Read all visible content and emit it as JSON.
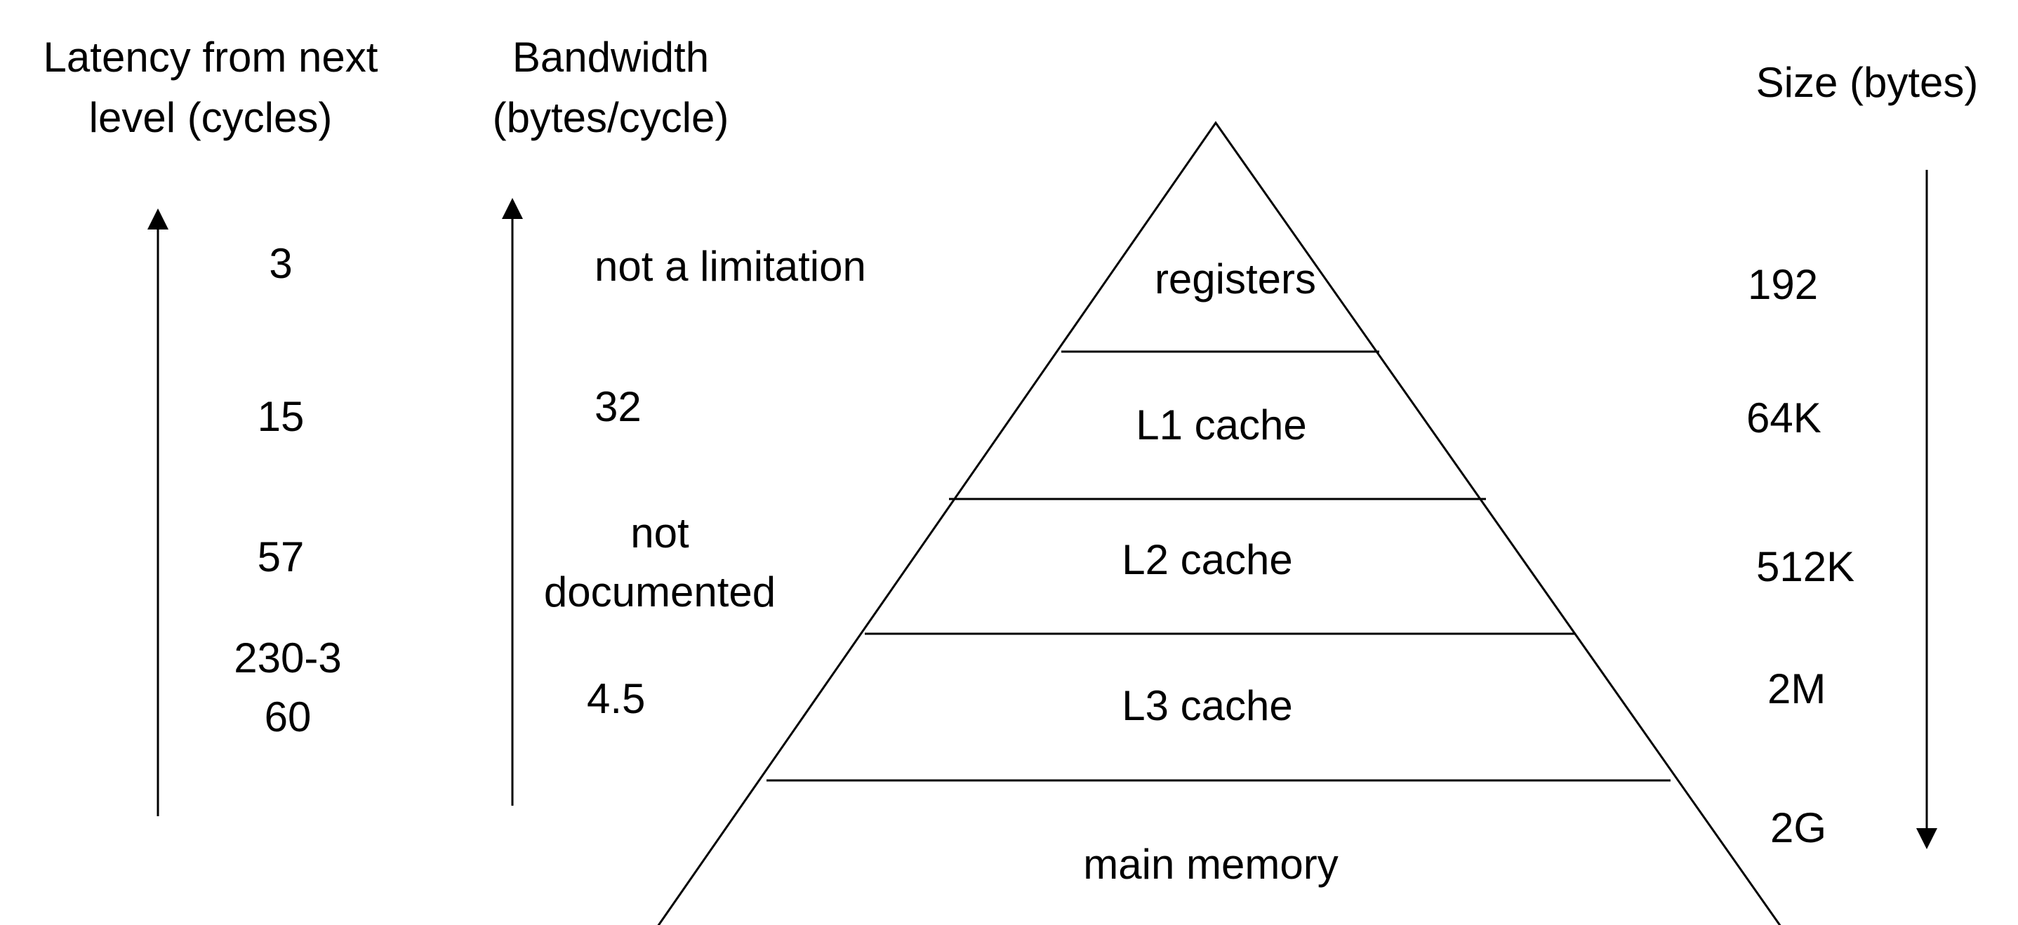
{
  "headers": {
    "latency_line1": "Latency from next",
    "latency_line2": "level (cycles)",
    "bandwidth_line1": "Bandwidth",
    "bandwidth_line2": "(bytes/cycle)",
    "size": "Size (bytes)"
  },
  "levels": [
    {
      "name": "registers",
      "latency": "3",
      "bandwidth": "not a limitation",
      "size": "192"
    },
    {
      "name": "L1 cache",
      "latency": "15",
      "bandwidth": "32",
      "size": "64K"
    },
    {
      "name": "L2 cache",
      "latency": "57",
      "bandwidth_line1": "not",
      "bandwidth_line2": "documented",
      "size": "512K"
    },
    {
      "name": "L3 cache",
      "latency_line1": "230-3",
      "latency_line2": "60",
      "bandwidth": "4.5",
      "size": "2M"
    },
    {
      "name": "main memory",
      "size": "2G"
    }
  ],
  "colors": {
    "line": "#000000",
    "text": "#000000",
    "background": "#ffffff"
  }
}
